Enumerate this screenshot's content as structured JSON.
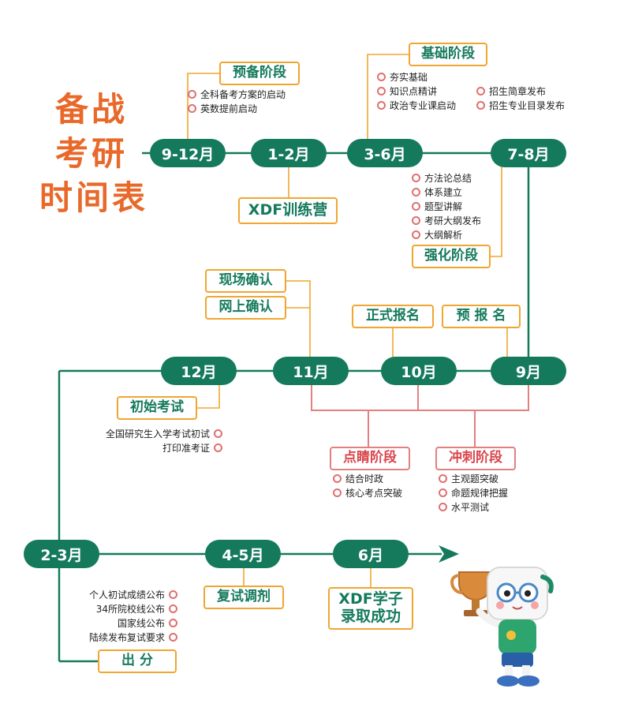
{
  "title": [
    "备战",
    "考研",
    "时间表"
  ],
  "periods": {
    "p9_12a": "9-12月",
    "p1_2": "1-2月",
    "p3_6": "3-6月",
    "p7_8": "7-8月",
    "p12": "12月",
    "p11": "11月",
    "p10": "10月",
    "p9": "9月",
    "p2_3": "2-3月",
    "p4_5": "4-5月",
    "p6": "6月"
  },
  "labels": {
    "yubei": "预备阶段",
    "jichu": "基础阶段",
    "xdf_camp": "XDF训练营",
    "qianghua": "强化阶段",
    "xianchang": "现场确认",
    "wangshang": "网上确认",
    "zhengshi": "正式报名",
    "yubaoming": "预 报 名",
    "chushi": "初始考试",
    "dianjing": "点睛阶段",
    "chongci": "冲刺阶段",
    "fushi": "复试调剂",
    "xdf_success_1": "XDF学子",
    "xdf_success_2": "录取成功",
    "chufen": "出 分"
  },
  "lists": {
    "yubei": [
      "全科备考方案的启动",
      "英数提前启动"
    ],
    "jichu_left": [
      "夯实基础",
      "知识点精讲",
      "政治专业课启动"
    ],
    "jichu_right": [
      "招生简章发布",
      "招生专业目录发布"
    ],
    "qianghua": [
      "方法论总结",
      "体系建立",
      "题型讲解",
      "考研大纲发布",
      "大纲解析"
    ],
    "chushi": [
      "全国研究生入学考试初试",
      "打印准考证"
    ],
    "dianjing": [
      "结合时政",
      "核心考点突破"
    ],
    "chongci": [
      "主观题突破",
      "命题规律把握",
      "水平测试"
    ],
    "chufen": [
      "个人初试成绩公布",
      "34所院校线公布",
      "国家线公布",
      "陆续发布复试要求"
    ]
  },
  "colors": {
    "green": "#157a5c",
    "orange": "#e8692a",
    "gold": "#f0a630",
    "red": "#e38080"
  },
  "icons": [
    "arrow-right-icon",
    "mascot-trophy-icon"
  ]
}
